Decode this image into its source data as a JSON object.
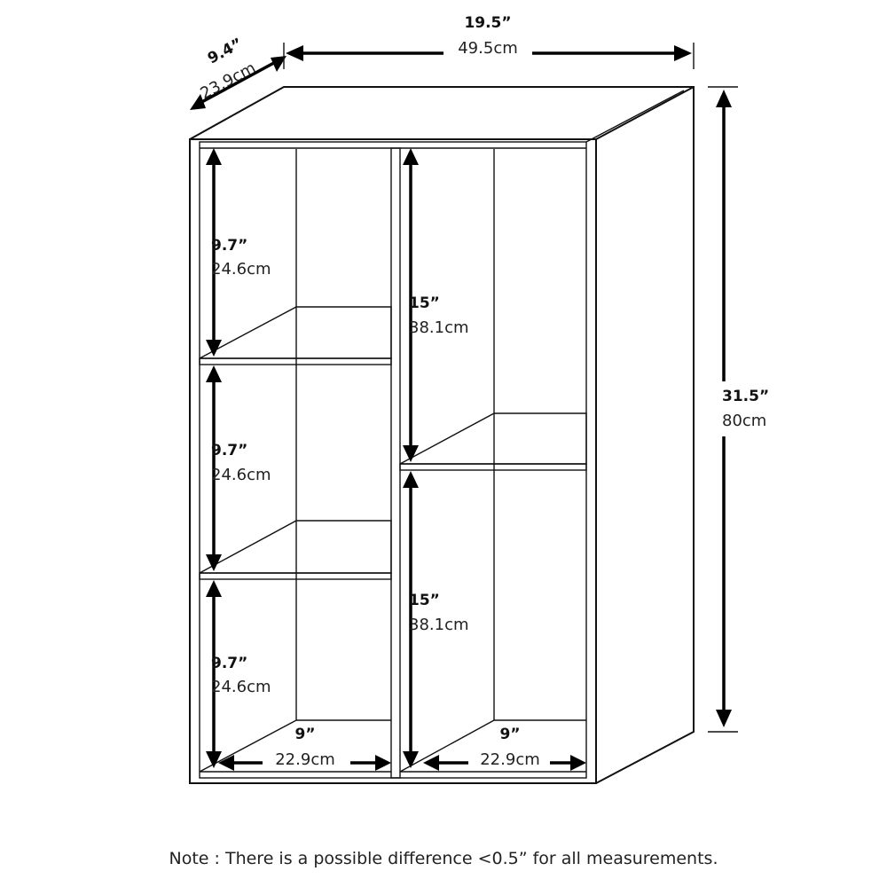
{
  "dimensions": {
    "depth": {
      "inch": "9.4”",
      "cm": "23.9cm"
    },
    "width": {
      "inch": "19.5”",
      "cm": "49.5cm"
    },
    "height": {
      "inch": "31.5”",
      "cm": "80cm"
    },
    "left_compartments": [
      {
        "inch": "9.7”",
        "cm": "24.6cm"
      },
      {
        "inch": "9.7”",
        "cm": "24.6cm"
      },
      {
        "inch": "9.7”",
        "cm": "24.6cm"
      }
    ],
    "right_compartments": [
      {
        "inch": "15”",
        "cm": "38.1cm"
      },
      {
        "inch": "15”",
        "cm": "38.1cm"
      }
    ],
    "left_inner_width": {
      "inch": "9”",
      "cm": "22.9cm"
    },
    "right_inner_width": {
      "inch": "9”",
      "cm": "22.9cm"
    }
  },
  "note": "Note : There is a possible difference <0.5” for all measurements."
}
